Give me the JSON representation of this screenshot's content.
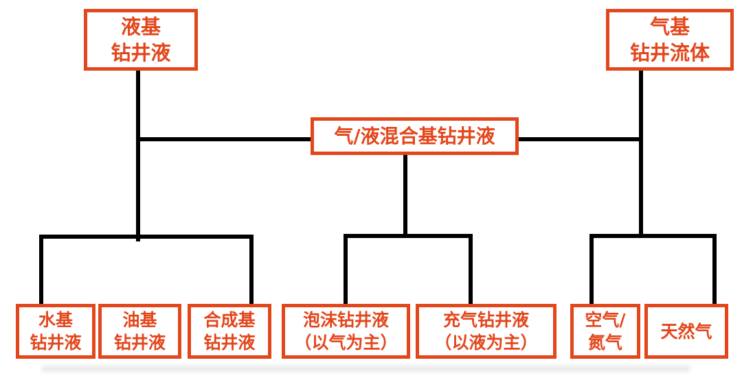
{
  "diagram": {
    "accent_color": "#E3461B",
    "line_color": "#000000",
    "background_color": "#FFFFFF",
    "nodes": {
      "liquid_base": {
        "label": "液基\n钻井液"
      },
      "gas_base": {
        "label": "气基\n钻井流体"
      },
      "mixed_base": {
        "label": "气/液混合基钻井液"
      },
      "water_base": {
        "label": "水基\n钻井液"
      },
      "oil_base": {
        "label": "油基\n钻井液"
      },
      "synthetic_base": {
        "label": "合成基\n钻井液"
      },
      "foam": {
        "label": "泡沫钻井液\n（以气为主）"
      },
      "aerated": {
        "label": "充气钻井液\n（以液为主）"
      },
      "air_nitrogen": {
        "label": "空气/\n氮气"
      },
      "natural_gas": {
        "label": "天然气"
      }
    }
  }
}
